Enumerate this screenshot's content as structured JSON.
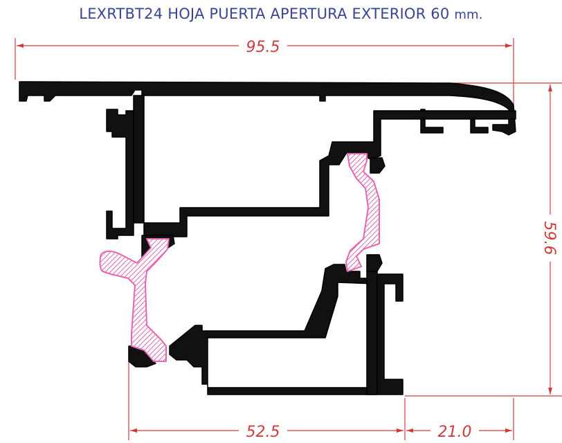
{
  "title": {
    "code": "LEXRTBT24",
    "text": "HOJA PUERTA APERTURA EXTERIOR 60",
    "unit": "mm."
  },
  "dimensions": {
    "width_total": "95.5",
    "height": "59.6",
    "bottom_left": "52.5",
    "bottom_right": "21.0"
  },
  "colors": {
    "title": "#3a4496",
    "dimension": "#d23a3a",
    "profile": "#111111",
    "gasket": "#e466b0"
  }
}
